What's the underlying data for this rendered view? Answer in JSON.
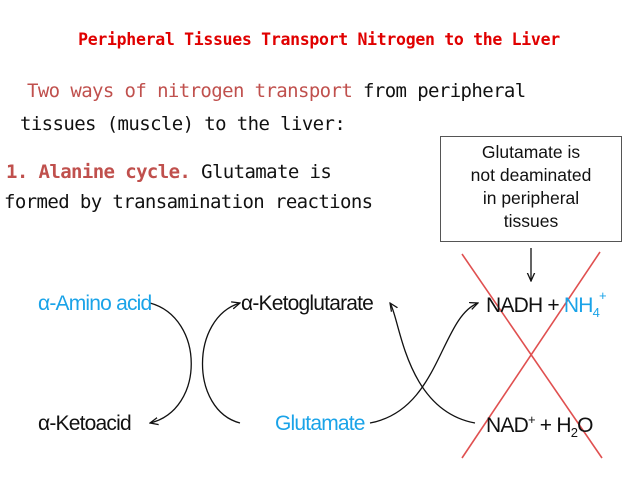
{
  "title": "Peripheral Tissues Transport Nitrogen to the Liver",
  "intro": {
    "highlight": "Two ways of nitrogen transport",
    "rest": " from peripheral",
    "line2": "tissues (muscle) to the liver:"
  },
  "alanine": {
    "label": "1. Alanine cycle.",
    "rest": " Glutamate is",
    "line2": "formed by transamination reactions"
  },
  "note_box": {
    "lines": [
      "Glutamate is",
      "not deaminated",
      "in peripheral",
      "tissues"
    ]
  },
  "diagram": {
    "alpha_amino_acid": "α-Amino acid",
    "alpha_ketoacid": "α-Ketoacid",
    "alpha_ketoglutarate": "α-Ketoglutarate",
    "glutamate": "Glutamate",
    "nadh": "NADH",
    "plus": "+",
    "nh4": "NH",
    "nh4_sub": "4",
    "nh4_sup": "+",
    "nad": "NAD",
    "nad_sup": "+",
    "plus2": "+",
    "h2o_h": "H",
    "h2o_sub": "2",
    "h2o_o": "O"
  },
  "colors": {
    "title": "#e00000",
    "highlight": "#c0504d",
    "blue": "#1aa3e8",
    "cross": "#e05050"
  }
}
